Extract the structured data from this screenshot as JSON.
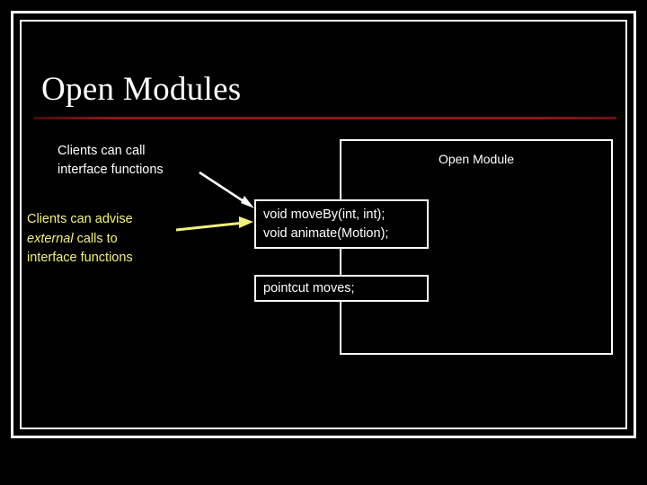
{
  "slide": {
    "title": "Open Modules",
    "background_color": "#000000",
    "frame_color": "#ffffff",
    "rule_color": "#8d1616"
  },
  "captions": {
    "white_note": {
      "line1": "Clients can call",
      "line2": "interface functions",
      "color": "#ffffff"
    },
    "yellow_note": {
      "line1": "Clients can advise",
      "line2_italic": "external",
      "line2_rest": " calls to",
      "line3": "interface functions",
      "color": "#f2f27a"
    }
  },
  "module": {
    "label": "Open Module",
    "border_color": "#ffffff"
  },
  "code_boxes": [
    {
      "name": "interface-functions",
      "line1": "void moveBy(int, int);",
      "line2": "void animate(Motion);"
    },
    {
      "name": "pointcut",
      "line1": "pointcut moves;"
    }
  ],
  "arrows": [
    {
      "name": "white-call-arrow",
      "color": "#ffffff",
      "from": "interface functions",
      "to": "void moveBy box"
    },
    {
      "name": "yellow-advise-arrow",
      "color": "#f2f27a",
      "from": "external calls to",
      "to": "void moveBy box"
    }
  ]
}
